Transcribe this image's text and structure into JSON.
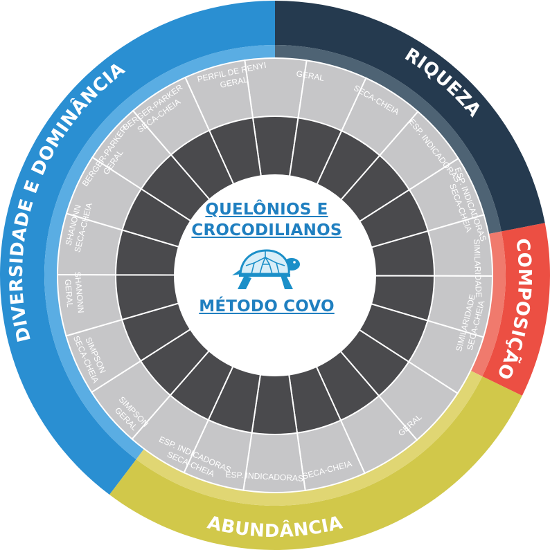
{
  "center": {
    "title_line1": "QUELÔNIOS E",
    "title_line2": "CROCODILIANOS",
    "subtitle": "MÉTODO COVO",
    "icon": "turtle-icon"
  },
  "categories": [
    {
      "id": "diversidade",
      "label": "DIVERSIDADE E DOMINÂNCIA",
      "color": "#2a8fd2",
      "subs": [
        "SIMPSON|GERAL",
        "SIMPSON|SECA-CHEIA",
        "SHANONN|GERAL",
        "SHANONN|SECA-CHEIA",
        "BERGER-PARKER|GERAL",
        "BERGER-PARKER|SECA-CHEIA",
        "PERFIL DE RENYI|GERAL"
      ]
    },
    {
      "id": "riqueza",
      "label": "RIQUEZA",
      "color": "#253a4f",
      "subs": [
        "GERAL",
        "SECA-CHEIA",
        "ESP. INDICADORAS",
        "ESP. INDICADORAS|SECA-CHEIA"
      ]
    },
    {
      "id": "composicao",
      "label": "COMPOSIÇÃO",
      "color": "#ec4f43",
      "subs": [
        "SIMILARIDADE",
        "SIMILARIDADE|SECA-CHEIA"
      ]
    },
    {
      "id": "abundancia",
      "label": "ABUNDÂNCIA",
      "color": "#d1c84a",
      "subs": [
        "GERAL",
        "SECA-CHEIA",
        "ESP. INDICADORAS",
        "ESP. INDICADORAS|SECA-CHEIA"
      ]
    }
  ],
  "colors": {
    "sub_diversidade": "#5aade3",
    "sub_riqueza": "#4e6374",
    "sub_composicao": "#f07a6d",
    "sub_abundancia": "#e0d673",
    "light_ring": "#c6c6c8",
    "dark_ring": "#4a4a4d",
    "center_text": "#1f7fc0",
    "turtle": "#1b8fc8"
  }
}
